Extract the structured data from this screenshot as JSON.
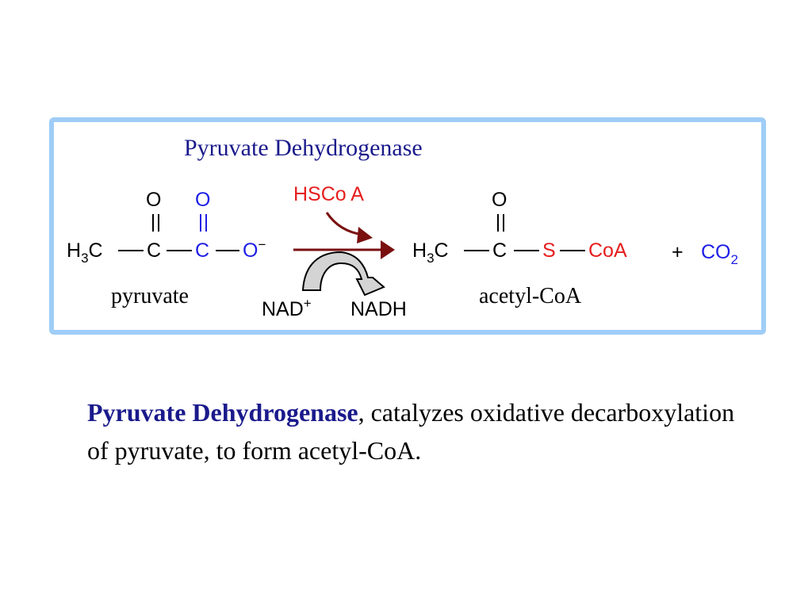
{
  "title": "Pyruvate Dehydrogenase",
  "pyruvate": {
    "label": "pyruvate",
    "oxygen": "O",
    "methyl_h": "H",
    "methyl_sub": "3",
    "methyl_c": "C",
    "carbon": "C",
    "carboxylate_o": "O",
    "charge": "−"
  },
  "reagent_in": "HSCo A",
  "cofactor_in": {
    "text": "NAD",
    "charge": "+"
  },
  "cofactor_out": "NADH",
  "acetyl_coa": {
    "label": "acetyl-CoA",
    "oxygen": "O",
    "methyl_h": "H",
    "methyl_sub": "3",
    "methyl_c": "C",
    "carbon": "C",
    "sulfur": "S",
    "coa": "CoA"
  },
  "byproduct": {
    "plus": "+",
    "text": "CO",
    "sub": "2"
  },
  "description": {
    "bold": "Pyruvate Dehydrogenase",
    "rest": ", catalyzes oxidative decarboxylation of pyruvate, to form acetyl-CoA."
  },
  "colors": {
    "frame": "#9fcdf7",
    "title": "#1a1a8c",
    "blue_atoms": "#1e1ee6",
    "red_atoms": "#e61e1e",
    "arrow": "#7a1010"
  }
}
